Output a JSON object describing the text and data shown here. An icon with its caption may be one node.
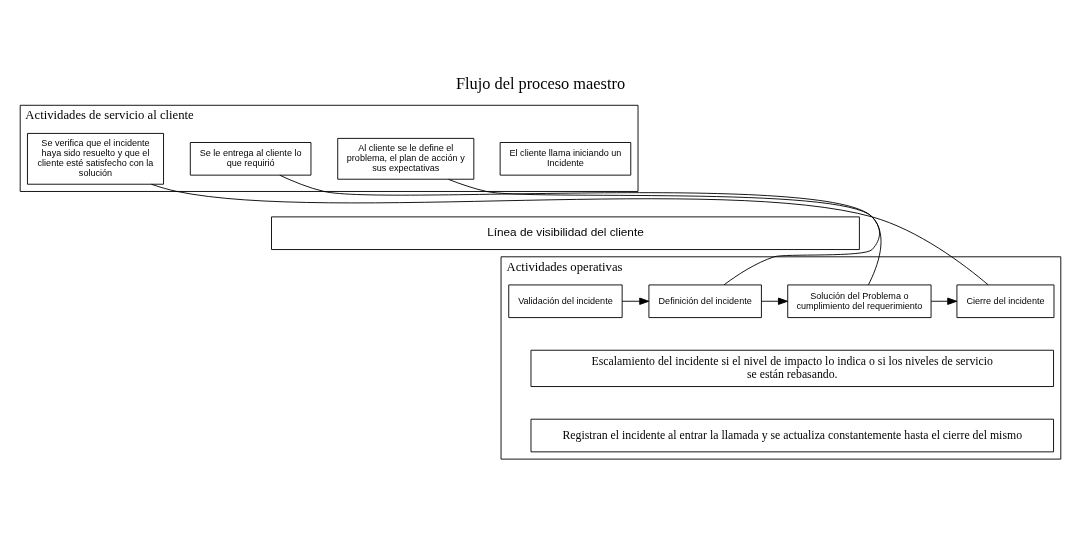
{
  "diagram": {
    "title": "Flujo del proceso maestro",
    "nodes": [
      {
        "text": [
          "Actividades de servicio al cliente"
        ]
      },
      {
        "text": [
          "El cliente llama iniciando un Incidente"
        ],
        "in": 0
      },
      {
        "text": [
          "Al cliente se le define el problema, el plan de acción y sus expectativas"
        ],
        "in": 0
      },
      {
        "text": [
          "Se le entrega al cliente lo que requirió"
        ],
        "in": 0
      },
      {
        "text": [
          "Se verifica que el incidente haya sido resuelto y que el cliente esté satisfecho con la solución"
        ],
        "in": 0
      },
      {
        "text": [
          "Línea de visibilidad del cliente"
        ]
      },
      {
        "text": [
          "Actividades operativas"
        ]
      },
      {
        "text": [
          "Validación del incidente"
        ],
        "in": 6
      },
      {
        "text": [
          "Definición del incidente"
        ],
        "in": 6
      },
      {
        "text": [
          "Solución del Problema o cumplimiento del requerimiento"
        ],
        "in": 6
      },
      {
        "text": [
          "Cierre del incidente"
        ],
        "in": 6
      },
      {
        "text": [
          "Escalamiento del incidente si el nivel de impacto lo indica o si los niveles de servicio se están rebasando."
        ],
        "in": 6
      },
      {
        "text": [
          "Registran el incidente al entrar la llamada y se actualiza constantemente hasta el cierre del mismo"
        ],
        "in": 6
      }
    ],
    "edges": [
      {
        "from": 7,
        "to": 8,
        "arrow": "to"
      },
      {
        "from": 8,
        "to": 9,
        "arrow": "to"
      },
      {
        "from": 9,
        "to": 10,
        "arrow": "to"
      },
      {
        "from": 2,
        "to": 8,
        "arrow": "none"
      },
      {
        "from": 3,
        "to": 9,
        "arrow": "none"
      },
      {
        "from": 4,
        "to": 10,
        "arrow": "none"
      }
    ]
  }
}
